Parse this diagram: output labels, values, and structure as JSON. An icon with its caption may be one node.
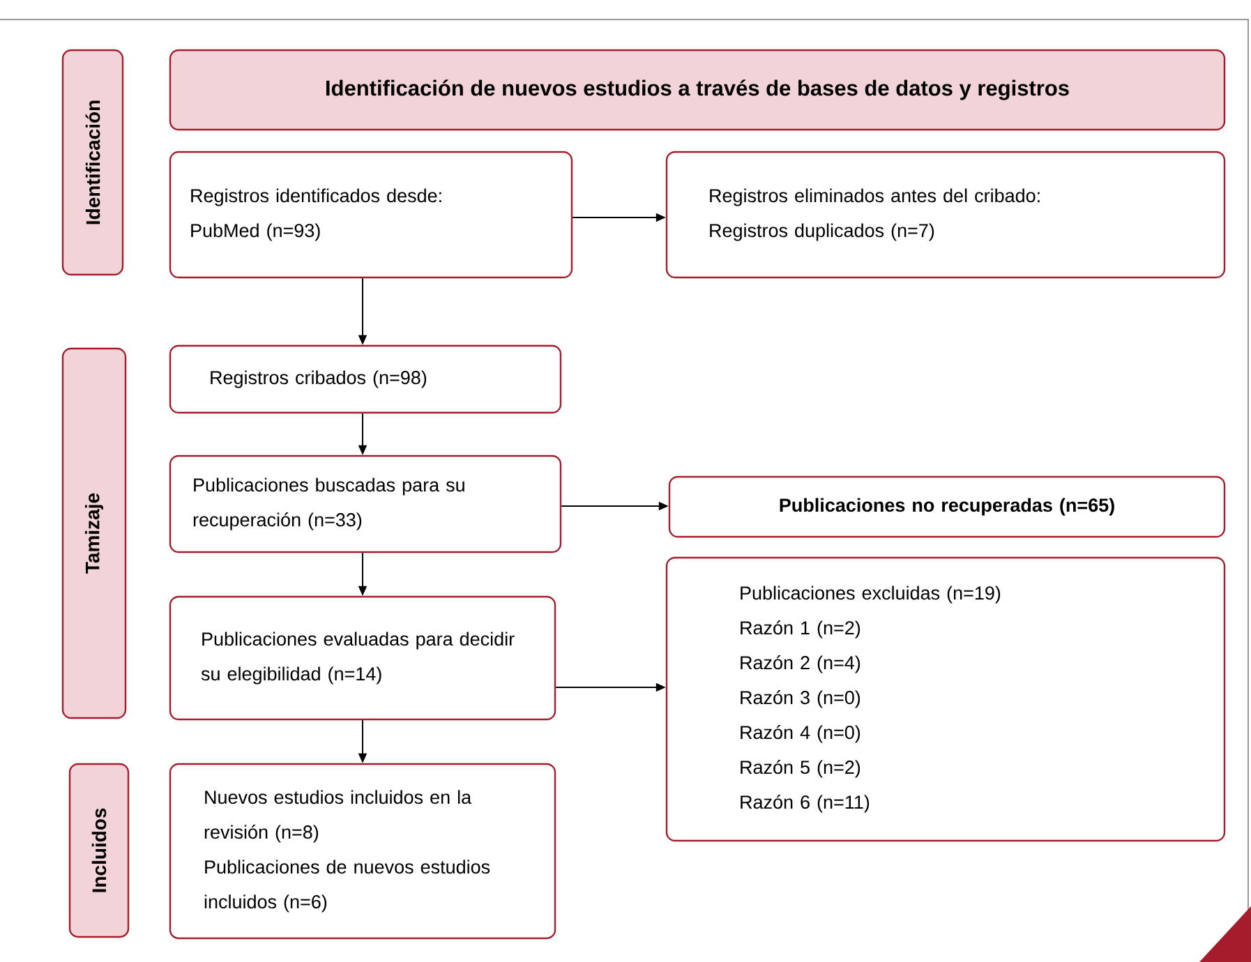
{
  "diagram": {
    "nodes": [
      {
        "text": [
          "Identificación"
        ]
      },
      {
        "text": [
          "Identificación de nuevos estudios a través de bases de datos y registros"
        ]
      },
      {
        "text": [
          "Registros identificados desde:",
          "PubMed (n=93)"
        ]
      },
      {
        "text": [
          "Registros eliminados antes del cribado:",
          "Registros duplicados (n=7)"
        ]
      },
      {
        "text": [
          "Tamizaje"
        ]
      },
      {
        "text": [
          "Registros cribados (n=98)"
        ]
      },
      {
        "text": [
          "Publicaciones buscadas para su recuperación (n=33)"
        ]
      },
      {
        "text": [
          "Publicaciones no recuperadas (n=65)"
        ]
      },
      {
        "text": [
          "Publicaciones evaluadas para decidir su elegibilidad (n=14)"
        ]
      },
      {
        "text": [
          "Publicaciones excluidas (n=19)",
          "Razón 1 (n=2)",
          "Razón 2 (n=4)",
          "Razón 3 (n=0)",
          "Razón 4 (n=0)",
          "Razón 5 (n=2)",
          "Razón 6 (n=11)"
        ]
      },
      {
        "text": [
          "Incluidos"
        ]
      },
      {
        "text": [
          "Nuevos estudios incluidos en la revisión (n=8)",
          "Publicaciones de nuevos estudios incluidos (n=6)"
        ]
      }
    ],
    "edges": [
      {
        "from": 2,
        "to": 3,
        "arrow": "to"
      },
      {
        "from": 2,
        "to": 5,
        "arrow": "to"
      },
      {
        "from": 5,
        "to": 6,
        "arrow": "to"
      },
      {
        "from": 6,
        "to": 7,
        "arrow": "to"
      },
      {
        "from": 6,
        "to": 8,
        "arrow": "to"
      },
      {
        "from": 8,
        "to": 9,
        "arrow": "to"
      },
      {
        "from": 8,
        "to": 11,
        "arrow": "to"
      }
    ]
  }
}
